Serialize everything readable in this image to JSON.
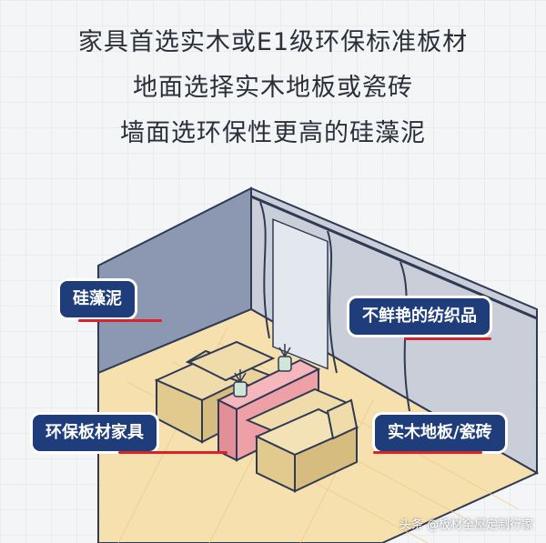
{
  "headlines": {
    "line1": "家具首选实木或E1级环保标准板材",
    "line2": "地面选择实木地板或瓷砖",
    "line3": "墙面选环保性更高的硅藻泥"
  },
  "labels": {
    "diatom_mud": "硅藻泥",
    "textiles": "不鲜艳的纺织品",
    "eco_furniture": "环保板材家具",
    "floor": "实木地板/瓷砖"
  },
  "watermark": "头条 @板材全屋定制行家",
  "colors": {
    "tag_bg": "#1f3d7a",
    "accent_red": "#d8232a",
    "wall_left": "#8c97b1",
    "wall_back": "#c9ced8",
    "floor": "#f6e0ae",
    "furniture": "#e9d39a",
    "cabinet": "#ef9fa6"
  }
}
